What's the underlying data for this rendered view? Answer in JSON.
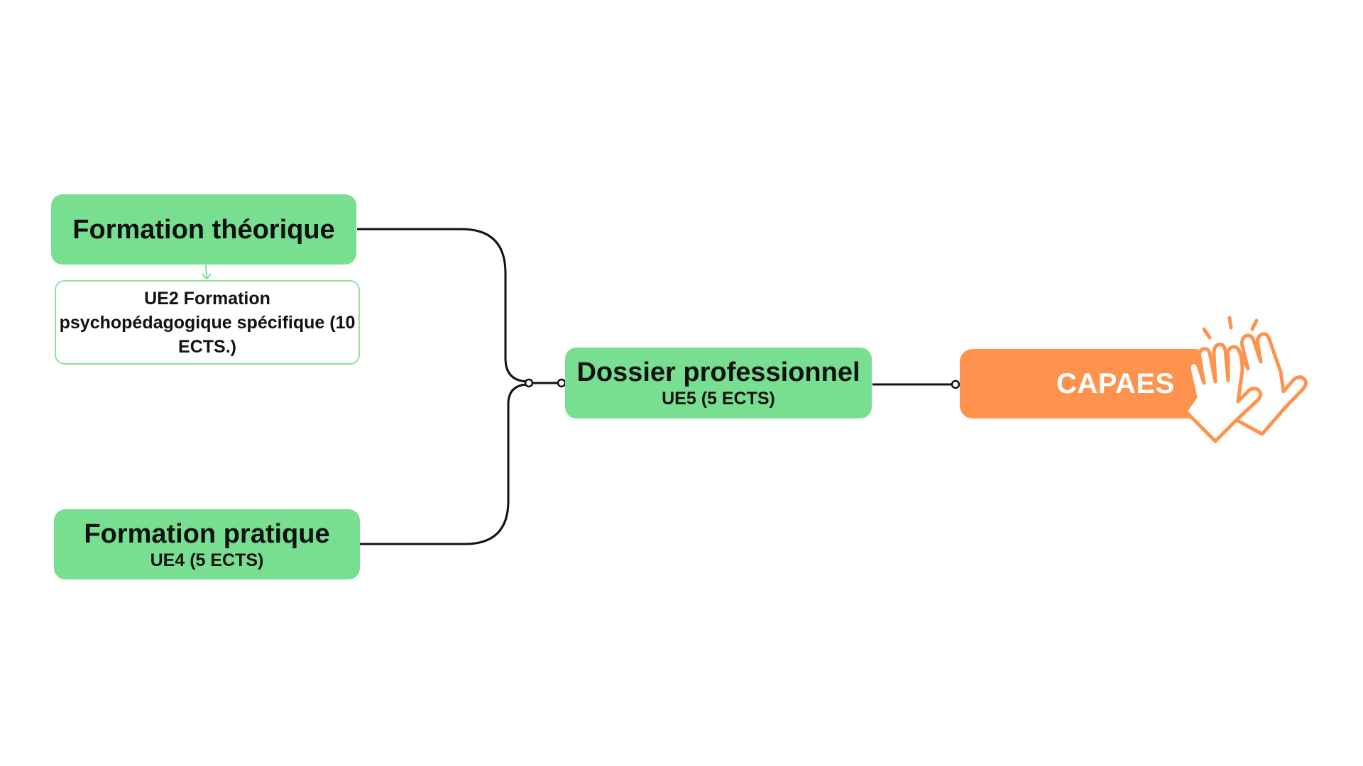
{
  "colors": {
    "node_green": "#77df8f",
    "node_border_green": "#8fe0a5",
    "goal_orange": "#ff934d",
    "connector": "#111111",
    "text": "#111111",
    "goal_text": "#ffffff"
  },
  "nodes": {
    "formation_theorique": {
      "title": "Formation théorique"
    },
    "ue2": {
      "text": "UE2 Formation psychopédagogique spécifique (10 ECTS.)"
    },
    "formation_pratique": {
      "title": "Formation pratique",
      "subtitle": "UE4 (5 ECTS)"
    },
    "dossier_professionnel": {
      "title": "Dossier professionnel",
      "subtitle": "UE5 (5 ECTS)"
    },
    "capaes": {
      "title": "CAPAES",
      "icon": "high-five-hands-icon"
    }
  },
  "edges": [
    {
      "from": "formation_theorique",
      "to": "ue2"
    },
    {
      "from": "formation_theorique",
      "to": "dossier_professionnel"
    },
    {
      "from": "formation_pratique",
      "to": "dossier_professionnel"
    },
    {
      "from": "dossier_professionnel",
      "to": "capaes"
    }
  ]
}
